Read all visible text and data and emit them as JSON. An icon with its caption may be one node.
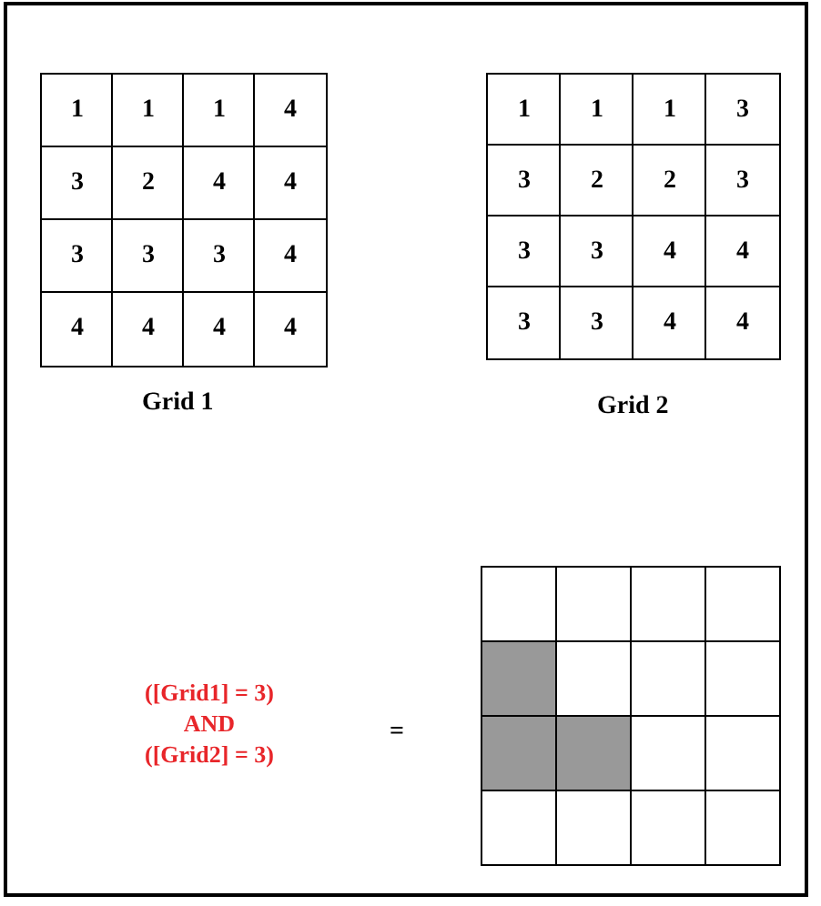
{
  "diagram": {
    "labels": [
      "1",
      "1",
      "1",
      "4",
      "3",
      "2",
      "4",
      "4",
      "3",
      "3",
      "3",
      "4",
      "4",
      "4",
      "4",
      "4",
      "Grid 1",
      "1",
      "1",
      "1",
      "3",
      "3",
      "2",
      "2",
      "3",
      "3",
      "3",
      "4",
      "4",
      "3",
      "3",
      "4",
      "4",
      "Grid 2",
      "([Grid1] = 3)",
      "AND",
      "([Grid2] = 3)",
      "="
    ]
  }
}
